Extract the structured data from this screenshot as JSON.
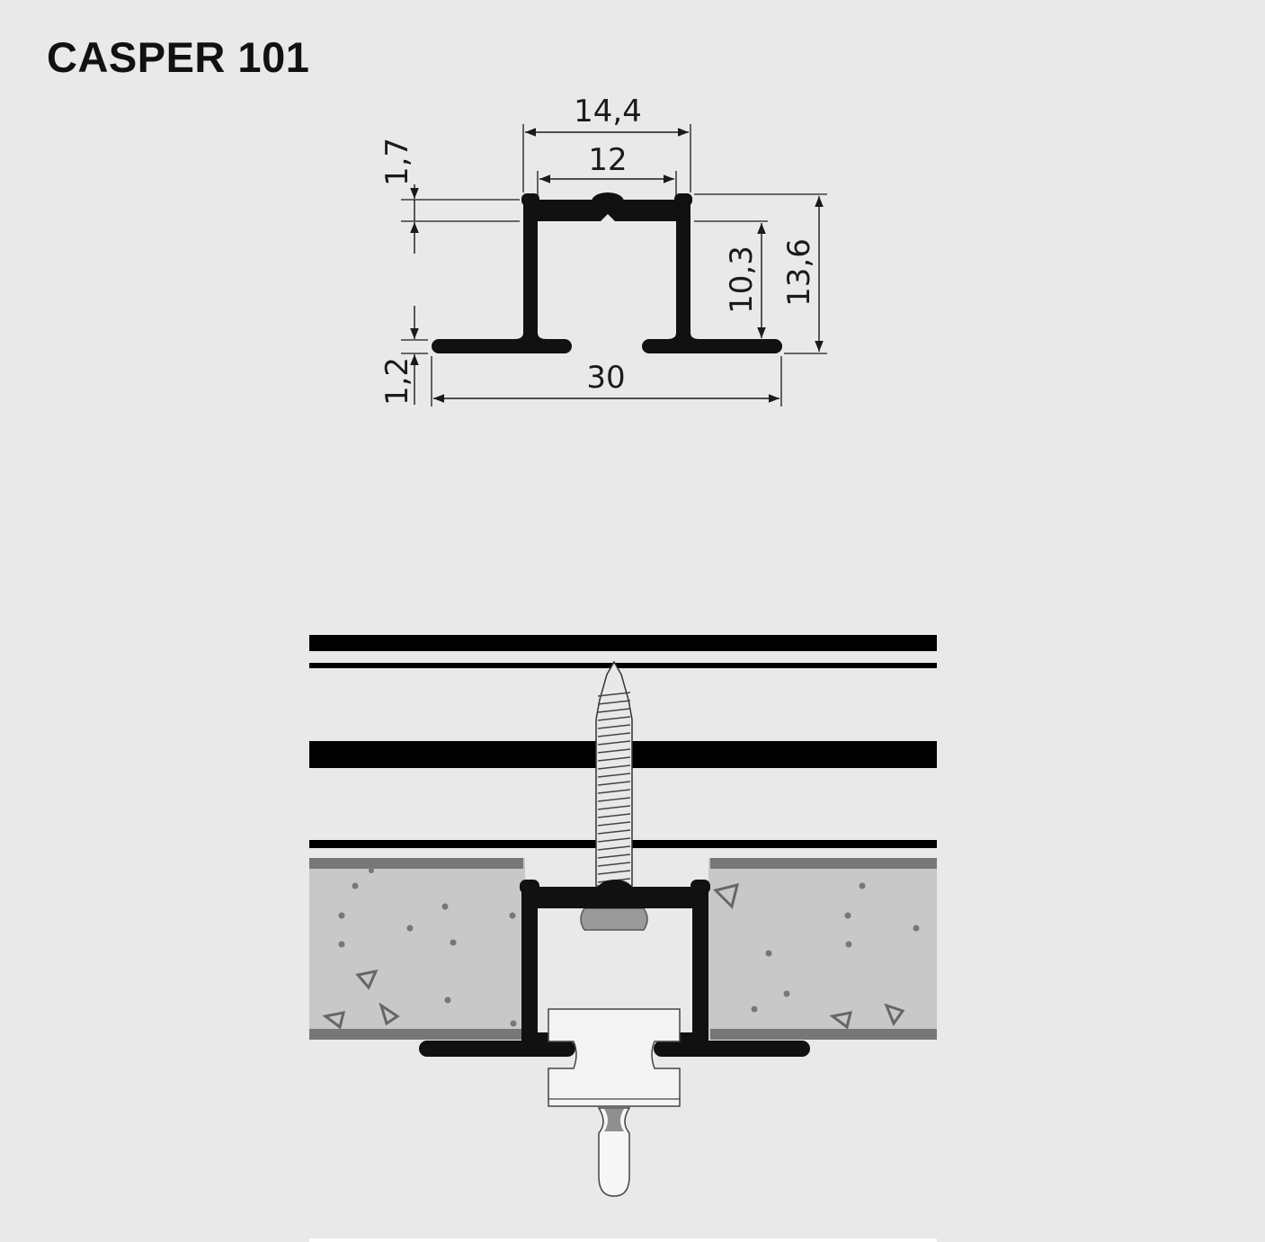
{
  "title": "CASPER 101",
  "dimensions": {
    "outer_width": "14,4",
    "inner_width": "12",
    "top_thickness": "1,7",
    "inner_height": "10,3",
    "total_height": "13,6",
    "flange_thickness": "1,2",
    "base_width": "30"
  },
  "colors": {
    "background": "#e9e9e9",
    "profile": "#111111",
    "board": "#c8c8c8",
    "board_edge": "#777777",
    "dimension_line": "#1a1a1a"
  }
}
